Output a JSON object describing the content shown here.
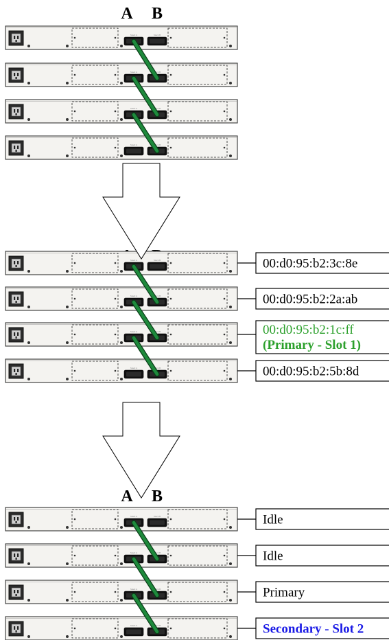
{
  "colors": {
    "cable": "#1e8a3c",
    "cable_edge": "#0a3d18",
    "chassis_fill": "#f4f3f0",
    "chassis_edge": "#444444",
    "primary_text": "#2ca02c",
    "secondary_text": "#1a1ae6",
    "normal_text": "#000000"
  },
  "port_labels": {
    "a": "Stack A",
    "b": "Stack B"
  },
  "panels": [
    {
      "id": "initial",
      "header": {
        "a": "A",
        "b": "B"
      },
      "units": [
        {},
        {},
        {},
        {}
      ]
    },
    {
      "id": "mac-addresses",
      "header": {
        "a": "A",
        "b": "B"
      },
      "units": [
        {
          "callout": {
            "lines": [
              "00:d0:95:b2:3c:8e"
            ],
            "style": "normal"
          }
        },
        {
          "callout": {
            "lines": [
              "00:d0:95:b2:2a:ab"
            ],
            "style": "normal"
          }
        },
        {
          "callout": {
            "lines": [
              "00:d0:95:b2:1c:ff",
              "(Primary - Slot 1)"
            ],
            "style": "primary"
          }
        },
        {
          "callout": {
            "lines": [
              "00:d0:95:b2:5b:8d"
            ],
            "style": "normal"
          }
        }
      ]
    },
    {
      "id": "roles",
      "header": {
        "a": "A",
        "b": "B"
      },
      "units": [
        {
          "callout": {
            "lines": [
              "Idle"
            ],
            "style": "normal"
          }
        },
        {
          "callout": {
            "lines": [
              "Idle"
            ],
            "style": "normal"
          }
        },
        {
          "callout": {
            "lines": [
              "Primary"
            ],
            "style": "normal"
          }
        },
        {
          "callout": {
            "lines": [
              "Secondary - Slot 2"
            ],
            "style": "secondary"
          }
        }
      ]
    }
  ],
  "arrows": [
    {
      "name": "down-arrow-1"
    },
    {
      "name": "down-arrow-2"
    }
  ]
}
